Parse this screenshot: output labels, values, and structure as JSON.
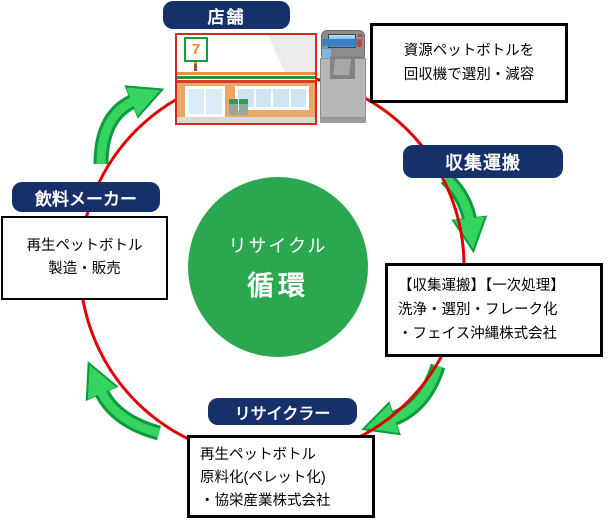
{
  "cycle": {
    "center": {
      "top": "リサイクル",
      "bottom": "循環"
    },
    "labels": {
      "store": "店舗",
      "collection": "収集運搬",
      "recycler": "リサイクラー",
      "beverage_maker": "飲料メーカー"
    },
    "notes": {
      "machine": {
        "lines": [
          "資源ペットボトルを",
          "回収機で選別・減容"
        ]
      },
      "collection": {
        "lines": [
          "【収集運搬】【一次処理】",
          "洗浄・選別・フレーク化",
          "・フェイス沖縄株式会社"
        ]
      },
      "recycler": {
        "lines": [
          "再生ペットボトル",
          "原料化(ペレット化)",
          "・協栄産業株式会社"
        ]
      },
      "beverage_maker": {
        "lines": [
          "再生ペットボトル",
          "製造・販売"
        ]
      }
    },
    "store_sign": "7",
    "colors": {
      "label_bg": "#16306A",
      "center_circle": "#2BA84F",
      "ring": "#E00000",
      "arrow_fill": "#35D45F",
      "arrow_outline": "#0C9A3E"
    }
  }
}
